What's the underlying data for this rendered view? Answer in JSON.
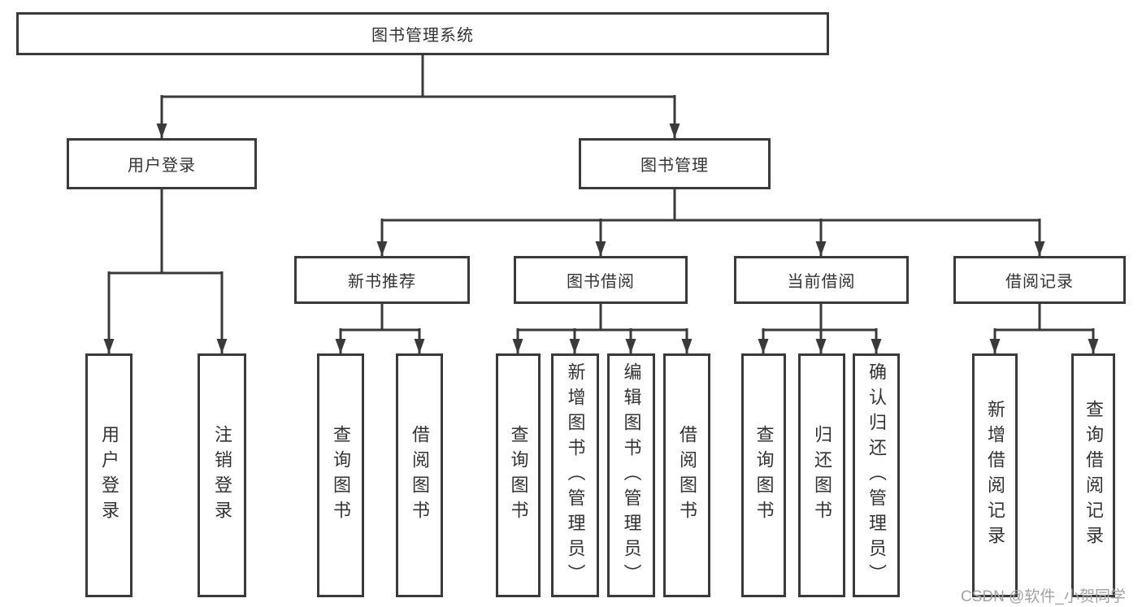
{
  "diagram_type": "org-tree",
  "tree": {
    "label": "图书管理系统",
    "children": [
      {
        "label": "用户登录",
        "children": [
          {
            "label": "用户登录"
          },
          {
            "label": "注销登录"
          }
        ]
      },
      {
        "label": "图书管理",
        "children": [
          {
            "label": "新书推荐",
            "children": [
              {
                "label": "查询图书"
              },
              {
                "label": "借阅图书"
              }
            ]
          },
          {
            "label": "图书借阅",
            "children": [
              {
                "label": "查询图书"
              },
              {
                "label": "新增图书（管理员）"
              },
              {
                "label": "编辑图书（管理员）"
              },
              {
                "label": "借阅图书"
              }
            ]
          },
          {
            "label": "当前借阅",
            "children": [
              {
                "label": "查询图书"
              },
              {
                "label": "归还图书"
              },
              {
                "label": "确认归还（管理员）"
              }
            ]
          },
          {
            "label": "借阅记录",
            "children": [
              {
                "label": "新增借阅记录"
              },
              {
                "label": "查询借阅记录"
              }
            ]
          }
        ]
      }
    ]
  },
  "watermark": {
    "text": "CSDN @软件_小贺同学",
    "color": "#a2a2a2"
  },
  "colors": {
    "line": "#3a3a3a",
    "box_border": "#3a3a3a",
    "text": "#333333",
    "background": "#ffffff"
  }
}
